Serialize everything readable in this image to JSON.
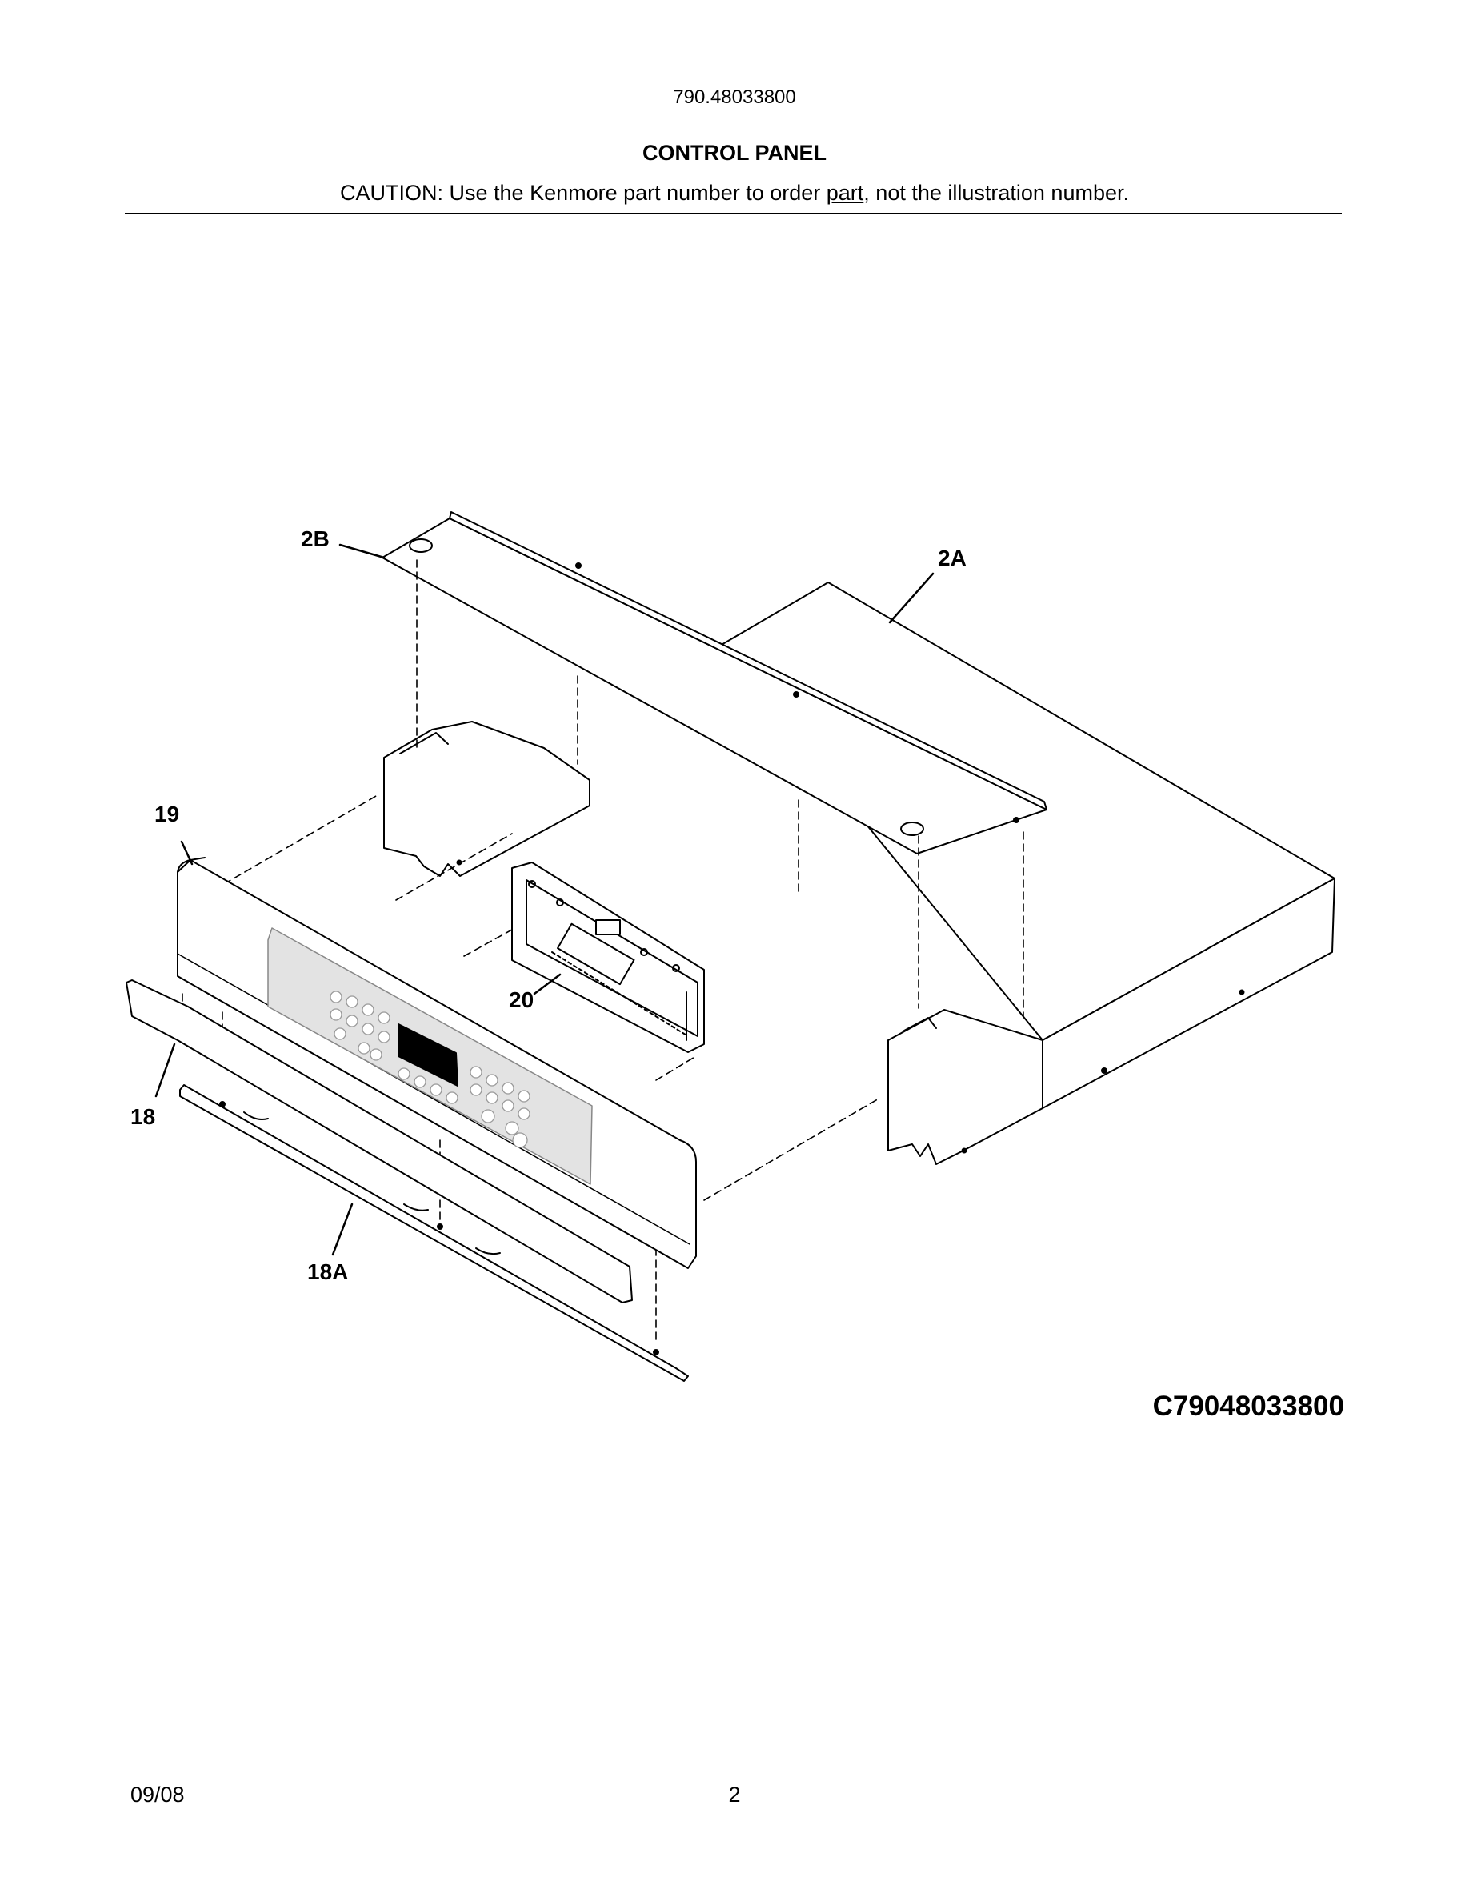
{
  "header": {
    "model_number": "790.48033800",
    "section_title": "CONTROL PANEL",
    "caution_prefix": "CAUTION: Use the Kenmore part number to order ",
    "caution_underlined": "part",
    "caution_suffix": ", not the illustration number."
  },
  "diagram": {
    "callouts": {
      "cover_2b": "2B",
      "cover_2a": "2A",
      "panel_19": "19",
      "board_20": "20",
      "trim_18": "18",
      "bracket_18a": "18A"
    },
    "drawing_code": "C79048033800"
  },
  "footer": {
    "date": "09/08",
    "page": "2"
  }
}
